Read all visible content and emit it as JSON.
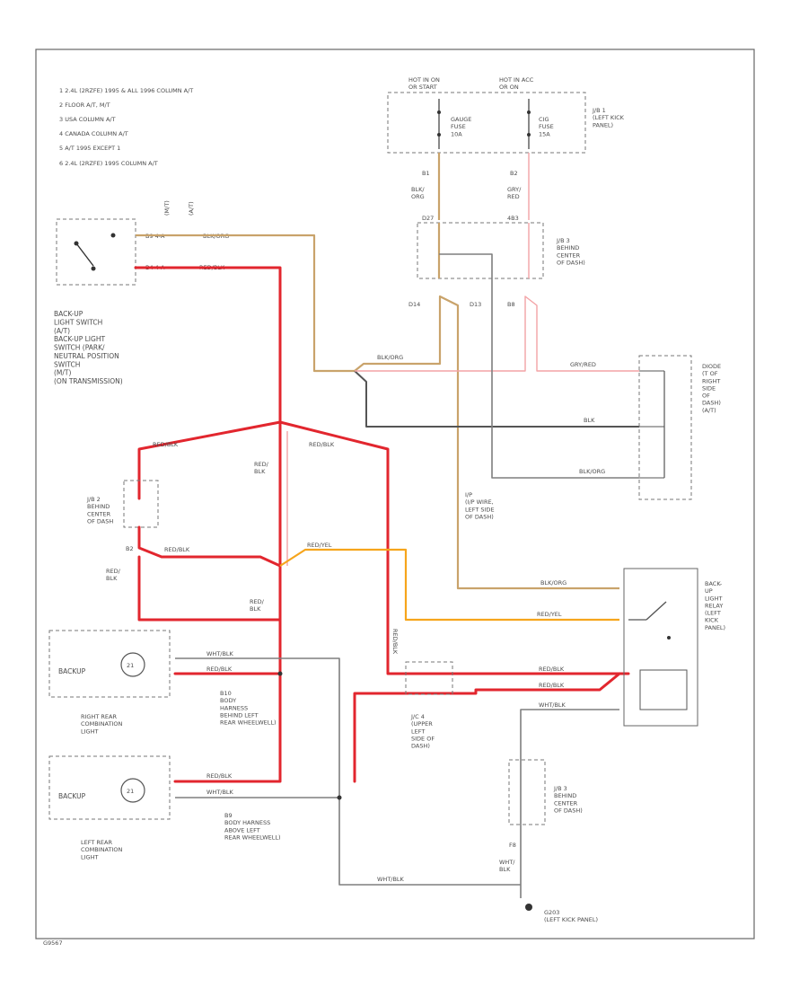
{
  "notes": [
    "1  2.4L (2RZFE) 1995 & ALL 1996 COLUMN A/T",
    "2  FLOOR A/T, M/T",
    "3  USA COLUMN A/T",
    "4  CANADA COLUMN A/T",
    "5  A/T 1995 EXCEPT       1",
    "6  2.4L (2RZFE) 1995 COLUMN A/T"
  ],
  "variant_labels": {
    "mt": "(M/T)",
    "at": "(A/T)"
  },
  "fuse_block": {
    "hot_run_label": "HOT IN ON\nOR START",
    "hot_acc_label": "HOT IN ACC\nOR ON",
    "gauge_fuse": "GAUGE\nFUSE\n10A",
    "cig_fuse": "CIG\nFUSE\n15A",
    "jb1_label": "J/B 1\n(LEFT KICK\nPANEL)"
  },
  "connectors_top": {
    "b1_left": "B1",
    "b1_right": "B2",
    "wire_left": "BLK/\nORG",
    "wire_right": "GRY/\nRED",
    "d27": "D27",
    "d26": "4B3",
    "jb3_label": "J/B 3\nBEHIND\nCENTER\nOF DASH)",
    "c14": "D14",
    "c13": "D13",
    "c8": "B8"
  },
  "switch": {
    "pin_top": "B9  4-A",
    "pin_bot": "B4  4-A",
    "wire_top": "BLK/ORG",
    "wire_bot": "RED/BLK",
    "label": "BACK-UP\nLIGHT SWITCH\n(A/T)\nBACK-UP LIGHT\nSWITCH (PARK/\nNEUTRAL POSITION\nSWITCH\n(M/T)\n(ON TRANSMISSION)"
  },
  "diode": {
    "label": "DIODE\n(T OF\nRIGHT\nSIDE\nOF\nDASH)\n(A/T)",
    "wire1": "GRY/RED",
    "wire2": "BLK",
    "wire3": "BLK/ORG"
  },
  "wires": {
    "blk_org": "BLK/ORG",
    "red_blk": "RED/BLK",
    "red_yel": "RED/YEL",
    "wht_blk": "WHT/BLK",
    "red_blk_stack": "RED/\nBLK",
    "ip_label": "I/P\n(I/P WIRE,\nLEFT SIDE\nOF DASH)",
    "jb2_label": "J/B 2\nBEHIND\nCENTER\nOF DASH",
    "b2": "B2"
  },
  "relay": {
    "label": "BACK-\nUP\nLIGHT\nRELAY\n(LEFT\nKICK\nPANEL)"
  },
  "lamps": {
    "right_label": "RIGHT REAR\nCOMBINATION\nLIGHT",
    "left_label": "LEFT REAR\nCOMBINATION\nLIGHT",
    "backup": "BACKUP",
    "bulb": "21"
  },
  "harness": {
    "b10": "B10\nBODY\nHARNESS\nBEHIND LEFT\nREAR WHEELWELL)",
    "b9": "B9\nBODY HARNESS\nABOVE LEFT\nREAR WHEELWELL)",
    "jc4": "J/C 4\n(UPPER\nLEFT\nSIDE OF\nDASH)",
    "jb3b": "J/B 3\nBEHIND\nCENTER\nOF DASH)",
    "f8": "F8",
    "wht_blk2": "WHT/\nBLK",
    "ground": "G203\n(LEFT KICK PANEL)"
  },
  "footer_code": "G9567"
}
